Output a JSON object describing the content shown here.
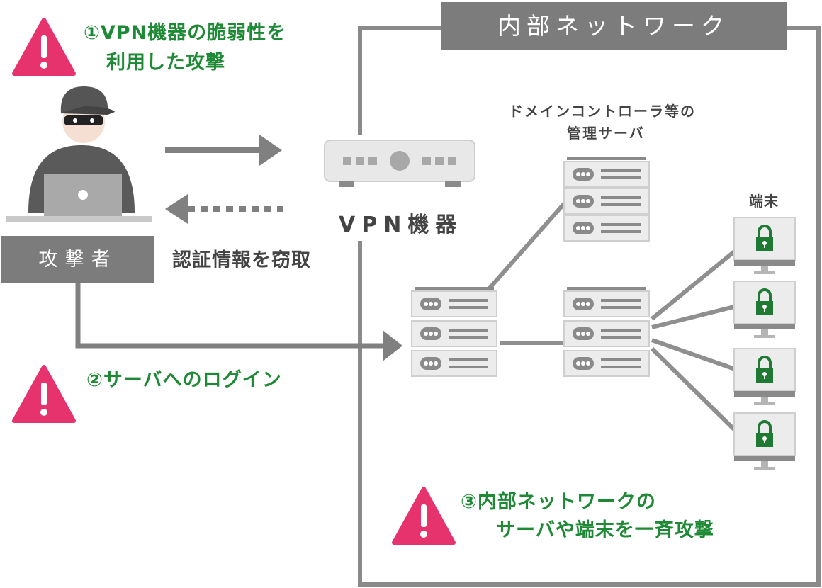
{
  "network_title": "内部ネットワーク",
  "steps": {
    "step1_line1": "①VPN機器の脆弱性を",
    "step1_line2": "利用した攻撃",
    "step2": "②サーバへのログイン",
    "step3_line1": "③内部ネットワークの",
    "step3_line2": "サーバや端末を一斉攻撃"
  },
  "labels": {
    "attacker": "攻撃者",
    "credential_theft": "認証情報を窃取",
    "vpn_device": "VPN機器",
    "dc_line1": "ドメインコントローラ等の",
    "dc_line2": "管理サーバ",
    "terminal": "端末"
  },
  "colors": {
    "warning": "#e6336e",
    "green": "#1e8a35",
    "box_gray": "#7c7c7c",
    "line_gray": "#8a8a8a",
    "server_light": "#ececec"
  },
  "icons": {
    "warning": "warning-icon",
    "attacker": "hacker-icon",
    "vpn": "vpn-device-icon",
    "server": "server-icon",
    "terminal": "locked-monitor-icon"
  }
}
